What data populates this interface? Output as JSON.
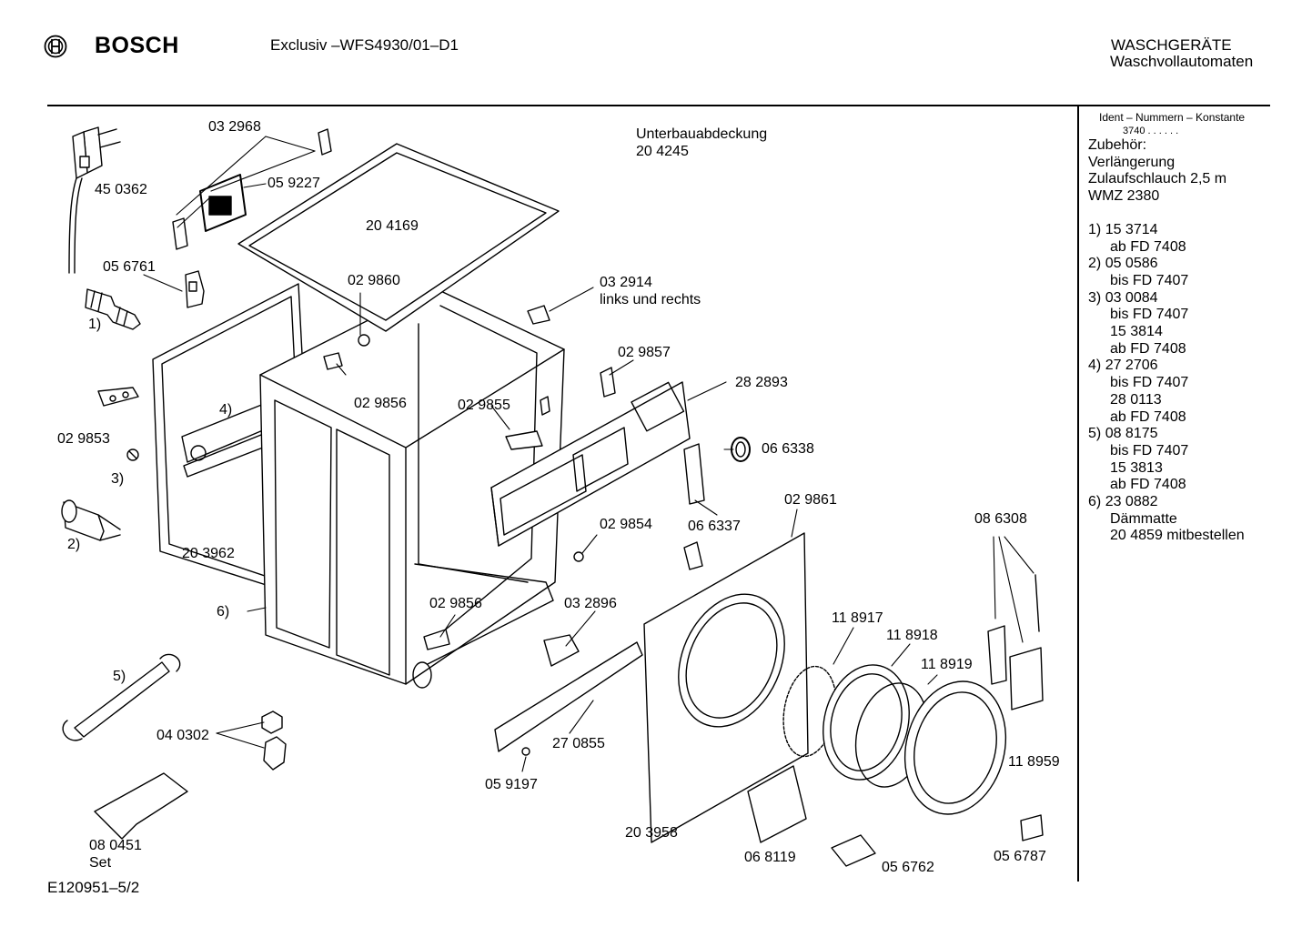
{
  "header": {
    "brand": "BOSCH",
    "model": "Exclusiv –WFS4930/01–D1",
    "category": "WASCHGERÄTE",
    "subcategory": "Waschvollautomaten"
  },
  "footer": {
    "doc_id": "E120951–5/2"
  },
  "sidebar": {
    "ident_label": "Ident – Nummern – Konstante",
    "konstante": "3740 . . . . . .",
    "accessories": [
      "Zubehör:",
      "Verlängerung",
      "Zulaufschlauch 2,5 m",
      "WMZ 2380"
    ],
    "notes": [
      {
        "num": "1)",
        "lines": [
          "15 3714",
          "ab FD 7408"
        ]
      },
      {
        "num": "2)",
        "lines": [
          "05 0586",
          "bis FD 7407"
        ]
      },
      {
        "num": "3)",
        "lines": [
          "03 0084",
          "bis FD 7407",
          "15 3814",
          "ab FD 7408"
        ]
      },
      {
        "num": "4)",
        "lines": [
          "27 2706",
          "bis FD 7407",
          "28 0113",
          "ab FD 7408"
        ]
      },
      {
        "num": "5)",
        "lines": [
          "08 8175",
          "bis FD 7407",
          "15 3813",
          "ab FD 7408"
        ]
      },
      {
        "num": "6)",
        "lines": [
          "23 0882",
          "Dämmatte",
          "20 4859 mitbestellen"
        ]
      }
    ]
  },
  "parts": {
    "p450362": "45 0362",
    "p032968": "03 2968",
    "p059227": "05 9227",
    "p056761": "05 6761",
    "n1": "1)",
    "p204169": "20 4169",
    "unterbau": "Unterbauabdeckung",
    "p204245": "20 4245",
    "p029860": "02 9860",
    "p032914": "03 2914",
    "links": "links und rechts",
    "p029857": "02 9857",
    "p282893": "28 2893",
    "n4": "4)",
    "p029856a": "02 9856",
    "p029855": "02 9855",
    "p029853": "02 9853",
    "n3": "3)",
    "p066338": "06 6338",
    "p029861": "02 9861",
    "p066337": "06 6337",
    "n2": "2)",
    "p203962": "20 3962",
    "p029854": "02 9854",
    "p086308": "08 6308",
    "n6": "6)",
    "p029856b": "02 9856",
    "p032896": "03 2896",
    "p118917": "11 8917",
    "p118918": "11 8918",
    "p118919": "11 8919",
    "n5": "5)",
    "p040302": "04 0302",
    "p270855": "27 0855",
    "p118959": "11 8959",
    "p059197": "05 9197",
    "p203958": "20 3958",
    "p080451": "08  0451",
    "set": "Set",
    "p068119": "06 8119",
    "p056762": "05 6762",
    "p056787": "05 6787"
  }
}
